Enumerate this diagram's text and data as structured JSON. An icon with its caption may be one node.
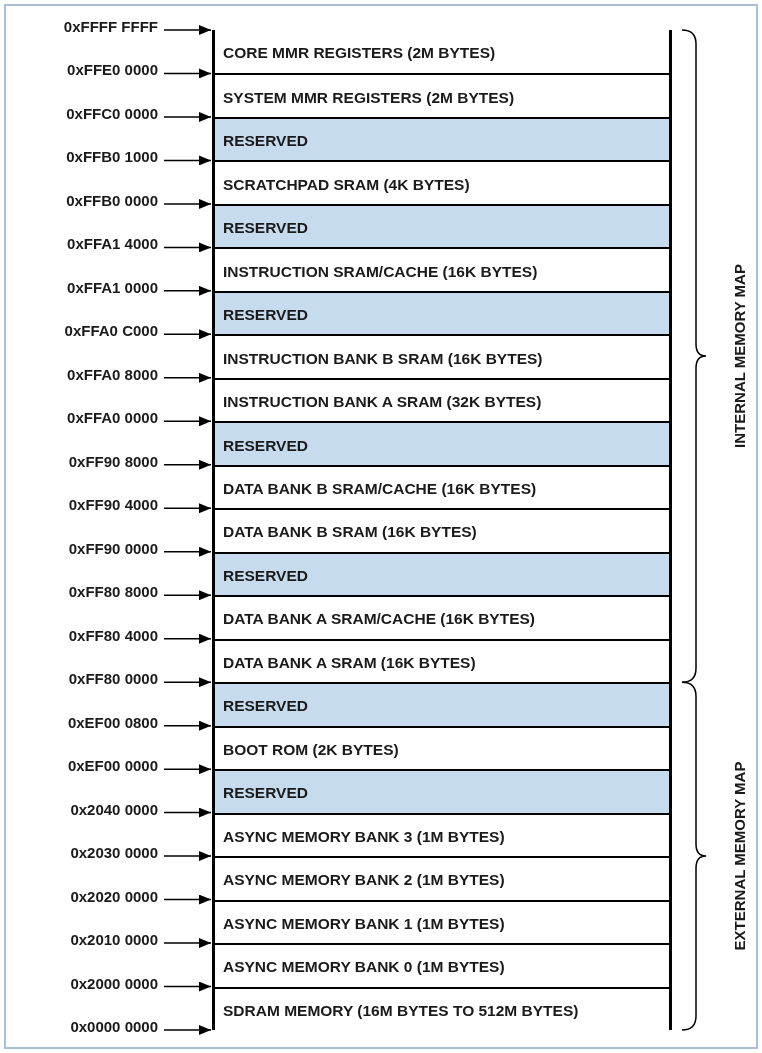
{
  "diagram": {
    "nodes": [
      {
        "text": [
          "0xFFFF FFFF"
        ]
      },
      {
        "text": [
          "0xFFE0 0000"
        ]
      },
      {
        "text": [
          "0xFFC0 0000"
        ]
      },
      {
        "text": [
          "0xFFB0 1000"
        ]
      },
      {
        "text": [
          "0xFFB0 0000"
        ]
      },
      {
        "text": [
          "0xFFA1 4000"
        ]
      },
      {
        "text": [
          "0xFFA1 0000"
        ]
      },
      {
        "text": [
          "0xFFA0 C000"
        ]
      },
      {
        "text": [
          "0xFFA0 8000"
        ]
      },
      {
        "text": [
          "0xFFA0 0000"
        ]
      },
      {
        "text": [
          "0xFF90 8000"
        ]
      },
      {
        "text": [
          "0xFF90 4000"
        ]
      },
      {
        "text": [
          "0xFF90 0000"
        ]
      },
      {
        "text": [
          "0xFF80 8000"
        ]
      },
      {
        "text": [
          "0xFF80 4000"
        ]
      },
      {
        "text": [
          "0xFF80 0000"
        ]
      },
      {
        "text": [
          "0xEF00 0800"
        ]
      },
      {
        "text": [
          "0xEF00 0000"
        ]
      },
      {
        "text": [
          "0x2040 0000"
        ]
      },
      {
        "text": [
          "0x2030 0000"
        ]
      },
      {
        "text": [
          "0x2020 0000"
        ]
      },
      {
        "text": [
          "0x2010 0000"
        ]
      },
      {
        "text": [
          "0x2000 0000"
        ]
      },
      {
        "text": [
          "0x0000 0000"
        ]
      },
      {
        "text": [
          "CORE MMR REGISTERS (2M BYTES)"
        ]
      },
      {
        "text": [
          "SYSTEM MMR REGISTERS (2M BYTES)"
        ]
      },
      {
        "text": [
          "RESERVED"
        ]
      },
      {
        "text": [
          "SCRATCHPAD SRAM (4K BYTES)"
        ]
      },
      {
        "text": [
          "RESERVED"
        ]
      },
      {
        "text": [
          "INSTRUCTION SRAM/CACHE (16K BYTES)"
        ]
      },
      {
        "text": [
          "RESERVED"
        ]
      },
      {
        "text": [
          "INSTRUCTION BANK B SRAM (16K BYTES)"
        ]
      },
      {
        "text": [
          "INSTRUCTION BANK A SRAM (32K BYTES)"
        ]
      },
      {
        "text": [
          "RESERVED"
        ]
      },
      {
        "text": [
          "DATA BANK B SRAM/CACHE (16K BYTES)"
        ]
      },
      {
        "text": [
          "DATA BANK B SRAM (16K BYTES)"
        ]
      },
      {
        "text": [
          "RESERVED"
        ]
      },
      {
        "text": [
          "DATA BANK A SRAM/CACHE (16K BYTES)"
        ]
      },
      {
        "text": [
          "DATA BANK A SRAM (16K BYTES)"
        ]
      },
      {
        "text": [
          "RESERVED"
        ]
      },
      {
        "text": [
          "BOOT ROM (2K BYTES)"
        ]
      },
      {
        "text": [
          "RESERVED"
        ]
      },
      {
        "text": [
          "ASYNC MEMORY BANK 3 (1M BYTES)"
        ]
      },
      {
        "text": [
          "ASYNC MEMORY BANK 2 (1M BYTES)"
        ]
      },
      {
        "text": [
          "ASYNC MEMORY BANK 1 (1M BYTES)"
        ]
      },
      {
        "text": [
          "ASYNC MEMORY BANK 0 (1M BYTES)"
        ]
      },
      {
        "text": [
          "SDRAM MEMORY (16M BYTES TO 512M BYTES)"
        ]
      }
    ],
    "edges": [
      {
        "from": 0,
        "to": 24,
        "arrow": "to"
      },
      {
        "from": 1,
        "to": 25,
        "arrow": "to"
      },
      {
        "from": 2,
        "to": 26,
        "arrow": "to"
      },
      {
        "from": 3,
        "to": 27,
        "arrow": "to"
      },
      {
        "from": 4,
        "to": 28,
        "arrow": "to"
      },
      {
        "from": 5,
        "to": 29,
        "arrow": "to"
      },
      {
        "from": 6,
        "to": 30,
        "arrow": "to"
      },
      {
        "from": 7,
        "to": 31,
        "arrow": "to"
      },
      {
        "from": 8,
        "to": 32,
        "arrow": "to"
      },
      {
        "from": 9,
        "to": 33,
        "arrow": "to"
      },
      {
        "from": 10,
        "to": 34,
        "arrow": "to"
      },
      {
        "from": 11,
        "to": 35,
        "arrow": "to"
      },
      {
        "from": 12,
        "to": 36,
        "arrow": "to"
      },
      {
        "from": 13,
        "to": 37,
        "arrow": "to"
      },
      {
        "from": 14,
        "to": 38,
        "arrow": "to"
      },
      {
        "from": 15,
        "to": 39,
        "arrow": "to"
      },
      {
        "from": 16,
        "to": 40,
        "arrow": "to"
      },
      {
        "from": 17,
        "to": 41,
        "arrow": "to"
      },
      {
        "from": 18,
        "to": 42,
        "arrow": "to"
      },
      {
        "from": 19,
        "to": 43,
        "arrow": "to"
      },
      {
        "from": 20,
        "to": 44,
        "arrow": "to"
      },
      {
        "from": 21,
        "to": 45,
        "arrow": "to"
      },
      {
        "from": 22,
        "to": 46,
        "arrow": "to"
      },
      {
        "from": 23,
        "to": 46,
        "arrow": "to"
      }
    ],
    "labels": [
      "INTERNAL MEMORY MAP",
      "EXTERNAL MEMORY MAP"
    ]
  }
}
